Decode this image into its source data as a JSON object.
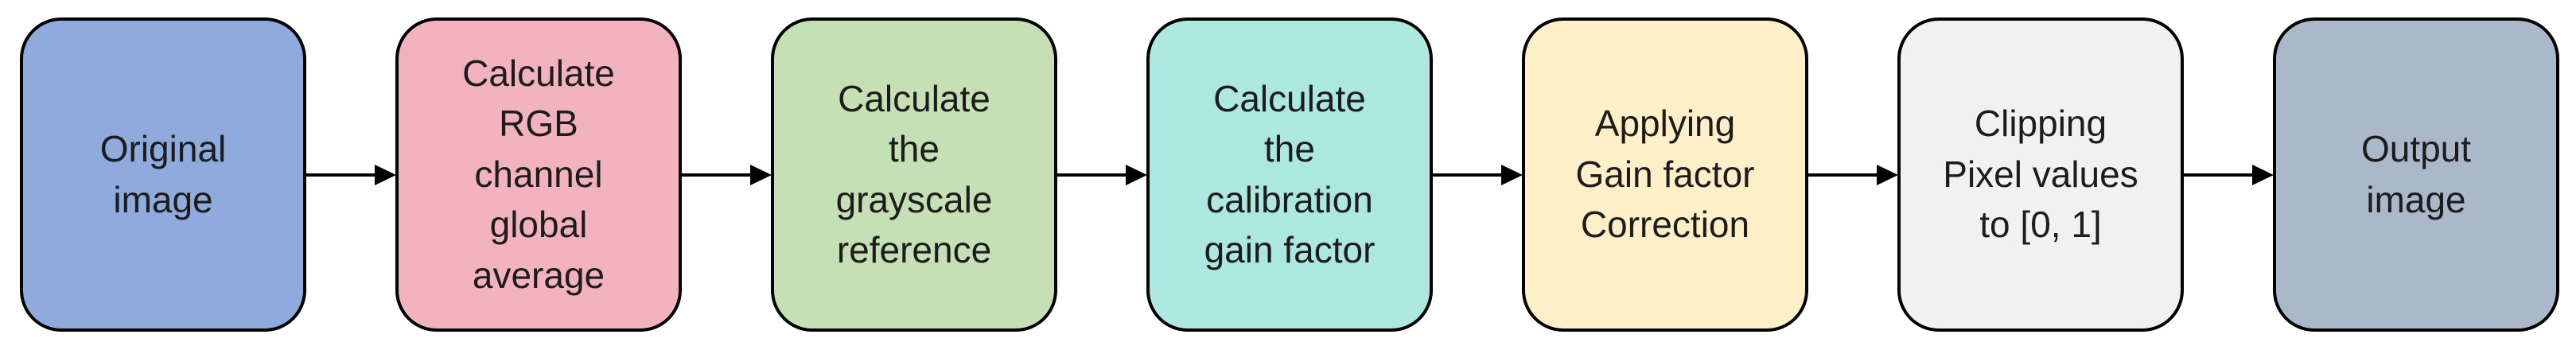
{
  "figure": {
    "type": "flowchart",
    "direction": "left-to-right",
    "background_color": "#ffffff",
    "border_color": "#000000",
    "text_color": "#1c1c1c",
    "arrow_color": "#000000",
    "steps": [
      {
        "id": "original-image",
        "label": "Original\nimage",
        "fill": "#8FAADC"
      },
      {
        "id": "rgb-global-average",
        "label": "Calculate\nRGB\nchannel\nglobal\naverage",
        "fill": "#F2B3BE"
      },
      {
        "id": "grayscale-reference",
        "label": "Calculate\nthe\ngrayscale\nreference",
        "fill": "#C5E0B4"
      },
      {
        "id": "calibration-gain",
        "label": "Calculate\nthe\ncalibration\ngain factor",
        "fill": "#ACE8E0"
      },
      {
        "id": "apply-gain",
        "label": "Applying\nGain factor\nCorrection",
        "fill": "#FDF0C8"
      },
      {
        "id": "clipping",
        "label": "Clipping\nPixel values\nto [0, 1]",
        "fill": "#F1F1F1"
      },
      {
        "id": "output-image",
        "label": "Output\nimage",
        "fill": "#ABB8C9"
      }
    ]
  }
}
